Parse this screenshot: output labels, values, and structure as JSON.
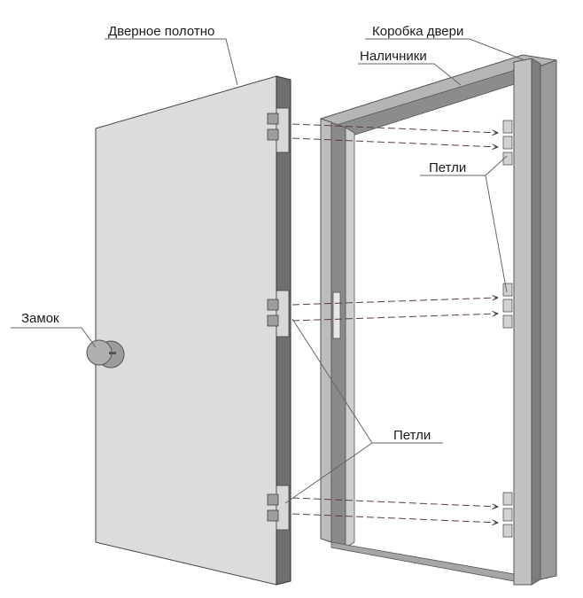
{
  "labels": {
    "door_leaf": "Дверное полотно",
    "door_frame": "Коробка двери",
    "casings": "Наличники",
    "hinges_right": "Петли",
    "hinges_bottom": "Петли",
    "lock": "Замок"
  },
  "colors": {
    "leaf_face": "#dcdcdc",
    "leaf_edge": "#6f6f6f",
    "frame_light": "#b8b8b8",
    "frame_dark": "#7a7a7a",
    "leader_line": "#666666",
    "arrow_dash": "#5a3a4a"
  }
}
